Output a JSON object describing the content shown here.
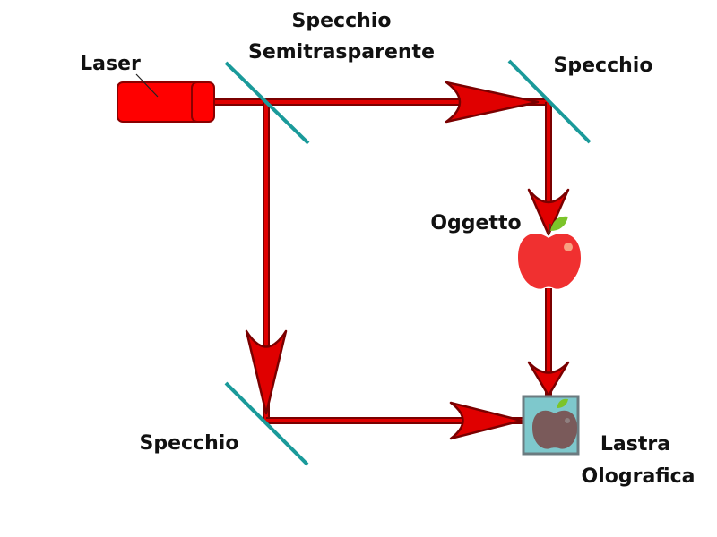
{
  "labels": {
    "laser": "Laser",
    "beam_splitter_line1": "Specchio",
    "beam_splitter_line2": "Semitrasparente",
    "mirror_top_right": "Specchio",
    "object": "Oggetto",
    "mirror_bottom_left": "Specchio",
    "plate_line1": "Lastra",
    "plate_line2": "Olografica"
  },
  "colors": {
    "beam": "#e00000",
    "beam_outline": "#7a0000",
    "laser_body": "#ff0000",
    "mirror": "#1a9a9a",
    "apple": "#f03030",
    "leaf": "#7cc42a",
    "plate_fill": "#7ec8cc",
    "plate_border": "#6b7b80",
    "apple_on_plate": "#7a5a5a"
  }
}
